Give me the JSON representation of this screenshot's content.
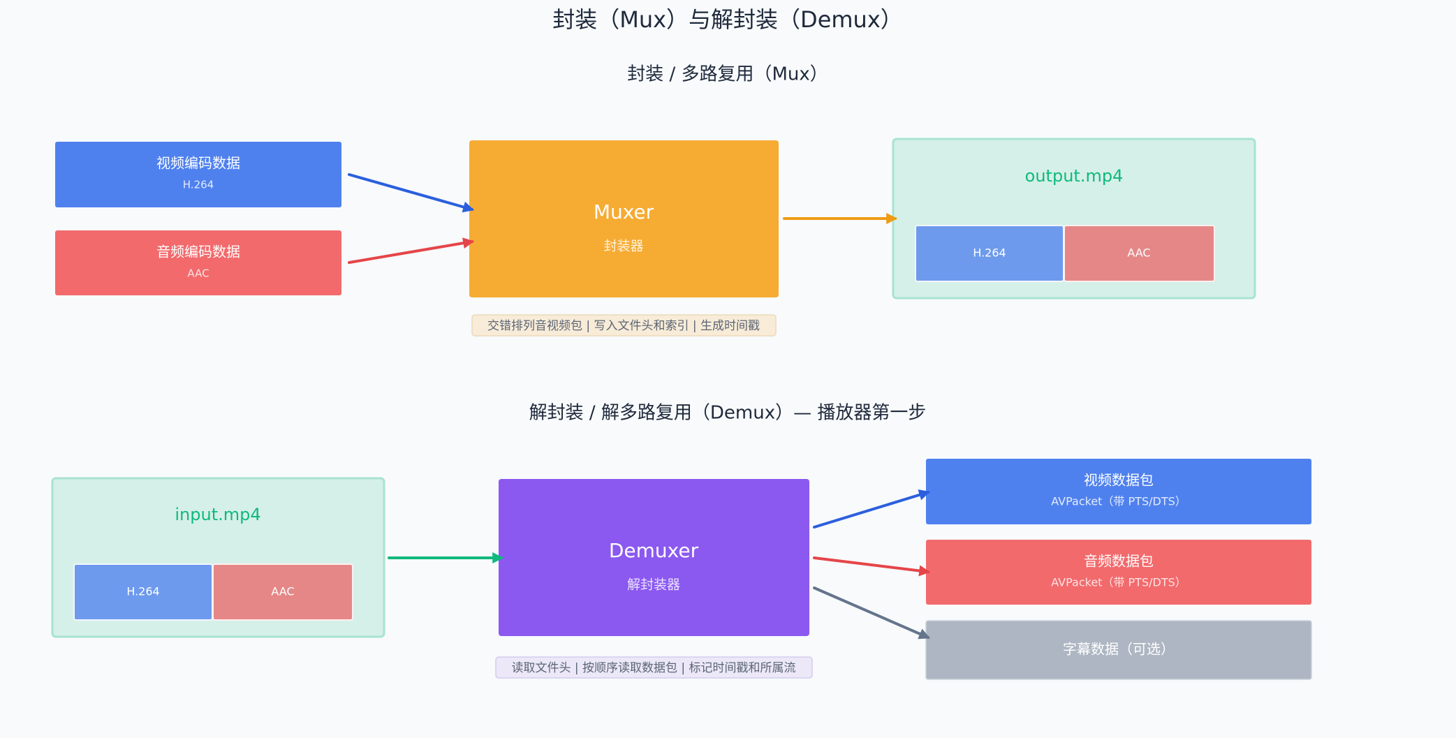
{
  "title": "封装（Mux）与解封装（Demux）",
  "colors": {
    "background": "#f8fafc",
    "title_text": "#1e293b",
    "video": "#4f81ee",
    "audio": "#f26a6c",
    "muxer": "#f6ab33",
    "demuxer": "#8b59f0",
    "subtitle": "#adb6c2",
    "container_fill": "#d5f0e8",
    "container_stroke": "#a7e3cf",
    "container_text": "#10b97c",
    "chip_video": "#6d9aed",
    "chip_audio": "#e58787",
    "arrow_video": "#2b5fde",
    "arrow_audio": "#e54548",
    "arrow_muxer": "#ef9b13",
    "arrow_container": "#10b97c",
    "arrow_subtitle": "#64748b"
  },
  "mux": {
    "heading": "封装 / 多路复用（Mux）",
    "inputs": [
      {
        "title": "视频编码数据",
        "subtitle": "H.264"
      },
      {
        "title": "音频编码数据",
        "subtitle": "AAC"
      }
    ],
    "processor": {
      "title": "Muxer",
      "subtitle": "封装器"
    },
    "note": "交错排列音视频包 | 写入文件头和索引 | 生成时间戳",
    "output": {
      "name": "output.mp4",
      "tracks": [
        "H.264",
        "AAC"
      ]
    }
  },
  "demux": {
    "heading": "解封装 / 解多路复用（Demux）— 播放器第一步",
    "input": {
      "name": "input.mp4",
      "tracks": [
        "H.264",
        "AAC"
      ]
    },
    "processor": {
      "title": "Demuxer",
      "subtitle": "解封装器"
    },
    "note": "读取文件头 | 按顺序读取数据包 | 标记时间戳和所属流",
    "outputs": [
      {
        "title": "视频数据包",
        "subtitle": "AVPacket（带 PTS/DTS）"
      },
      {
        "title": "音频数据包",
        "subtitle": "AVPacket（带 PTS/DTS）"
      },
      {
        "title": "字幕数据（可选）"
      }
    ]
  }
}
